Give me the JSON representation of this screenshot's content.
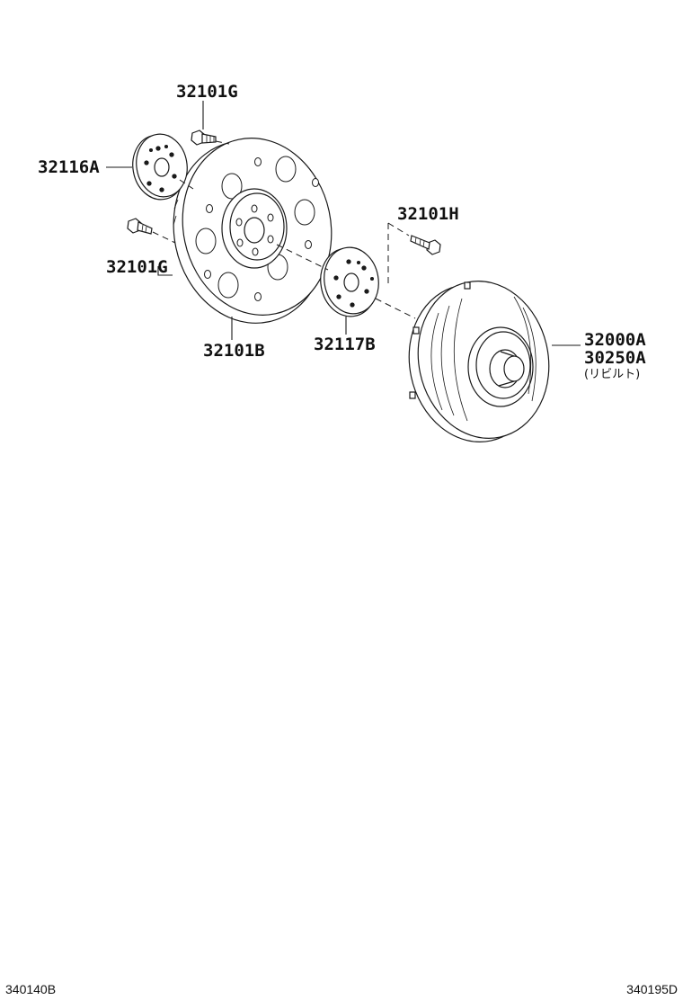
{
  "diagram": {
    "parts": {
      "bolt_top": "32101G",
      "drive_plate_front": "32116A",
      "bolt_left": "32101G",
      "flywheel": "32101B",
      "drive_plate_rear": "32117B",
      "bolt_right": "32101H",
      "torque_converter": "32000A",
      "torque_converter_alt": "30250A",
      "torque_converter_note": "(リビルト)"
    },
    "footer": {
      "left_code": "340140B",
      "right_code": "340195D"
    }
  }
}
